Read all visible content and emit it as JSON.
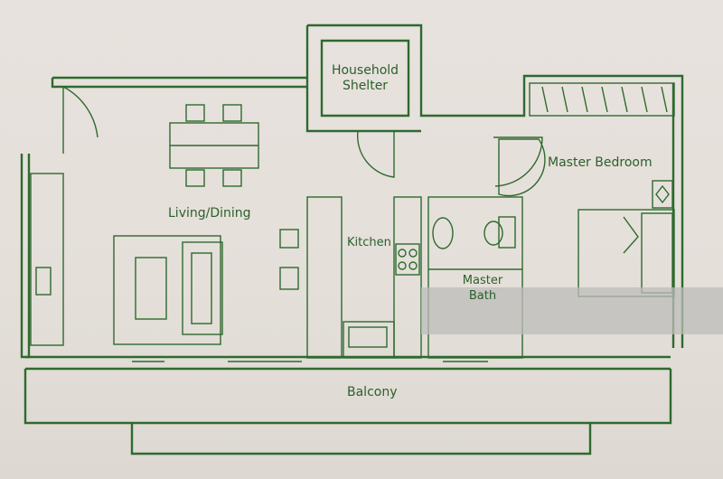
{
  "rooms": {
    "household_shelter": "Household\nShelter",
    "master_bedroom": "Master Bedroom",
    "living_dining": "Living/Dining",
    "kitchen": "Kitchen",
    "master_bath": "Master\nBath",
    "balcony": "Balcony"
  },
  "colors": {
    "line": "#2e6a2e",
    "background": "#e7e1dc",
    "text": "#2b5f2b"
  }
}
